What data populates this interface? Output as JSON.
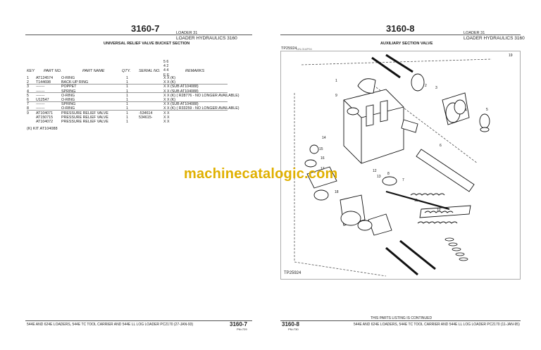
{
  "left_page": {
    "page_title": "3160-7",
    "header_right_1": "LOADER 31",
    "header_right_2": "LOADER HYDRAULICS 3160",
    "section_title": "UNIVERSAL RELIEF VALVE BUCKET SECTION",
    "model_codes": [
      "5 6",
      "4 2",
      "4 4",
      "E E"
    ],
    "columns": {
      "key": "KEY",
      "part_no": "PART NO.",
      "part_name": "PART NAME",
      "qty": "QTY.",
      "serial_no": "SERIAL NO.",
      "remarks": "REMARKS"
    },
    "rows": [
      {
        "key": "1",
        "part": "AT124574",
        "name": "O-RING",
        "qty": "1",
        "serial": "",
        "remarks": "X X (K)"
      },
      {
        "key": "2",
        "part": "T144698",
        "name": "BACK-UP RING",
        "qty": "1",
        "serial": "",
        "remarks": "X X (K)"
      },
      {
        "key": "3",
        "part": "-------",
        "name": "POPPET",
        "qty": "1",
        "serial": "",
        "remarks": "X X (SUB AT104088)"
      },
      {
        "key": "4",
        "part": "-------",
        "name": "SPRING",
        "qty": "1",
        "serial": "",
        "remarks": "X X (SUB AT104088)"
      },
      {
        "key": "5",
        "part": "-------",
        "name": "O-RING",
        "qty": "1",
        "serial": "",
        "remarks": "X X (K) ( R28776 - NO LONGER AVAILABLE)"
      },
      {
        "key": "6",
        "part": "U12547",
        "name": "O-RING",
        "qty": "1",
        "serial": "",
        "remarks": "X X (K)"
      },
      {
        "key": "7",
        "part": "-------",
        "name": "SPRING",
        "qty": "1",
        "serial": "",
        "remarks": "X X (SUB AT104088)"
      },
      {
        "key": "8",
        "part": "-------",
        "name": "O-RING",
        "qty": "1",
        "serial": "",
        "remarks": "X X (K) ( R33259 - NO LONGER AVAILABLE)"
      },
      {
        "key": "9",
        "part": "AT104071",
        "name": "PRESSURE RELIEF VALVE",
        "qty": "1",
        "serial": "-534614",
        "remarks": "X X"
      },
      {
        "key": "",
        "part": "AT150715",
        "name": "PRESSURE RELIEF VALVE",
        "qty": "1",
        "serial": "534615-",
        "remarks": "X X"
      },
      {
        "key": "",
        "part": "AT104072",
        "name": "PRESSURE RELIEF VALVE",
        "qty": "1",
        "serial": "",
        "remarks": "X X"
      }
    ],
    "kit_note": "(K) KIT AT104088",
    "footer_text": "544E AND 624E LOADERS, 544E TC TOOL CARRIER AND 544E LL LOG LOADER   PC2170   (27-JAN-93)",
    "footer_page": "3160-7",
    "footer_code": "PN=729"
  },
  "right_page": {
    "page_title": "3160-8",
    "header_right_1": "LOADER 31",
    "header_right_2": "LOADER HYDRAULICS 3160",
    "section_title": "AUXILIARY SECTION VALVE",
    "figure_ref_top": "TP25924",
    "figure_ref_small": "-UN-01AP94",
    "figure_ref_bottom": "TP25924",
    "callouts": [
      "1",
      "2",
      "3",
      "4",
      "5",
      "6",
      "7",
      "8",
      "9",
      "10",
      "11",
      "12",
      "13",
      "14",
      "15",
      "16",
      "17",
      "18",
      "19"
    ],
    "continued": "THIS PARTS LISTING IS CONTINUED",
    "footer_text": "544E AND 624E LOADERS, 544E TC TOOL CARRIER AND 544E LL LOG LOADER   PC2170   (11-JAN-95)",
    "footer_page": "3160-8",
    "footer_code": "PN=730"
  },
  "watermark": "machinecatalogic.com"
}
